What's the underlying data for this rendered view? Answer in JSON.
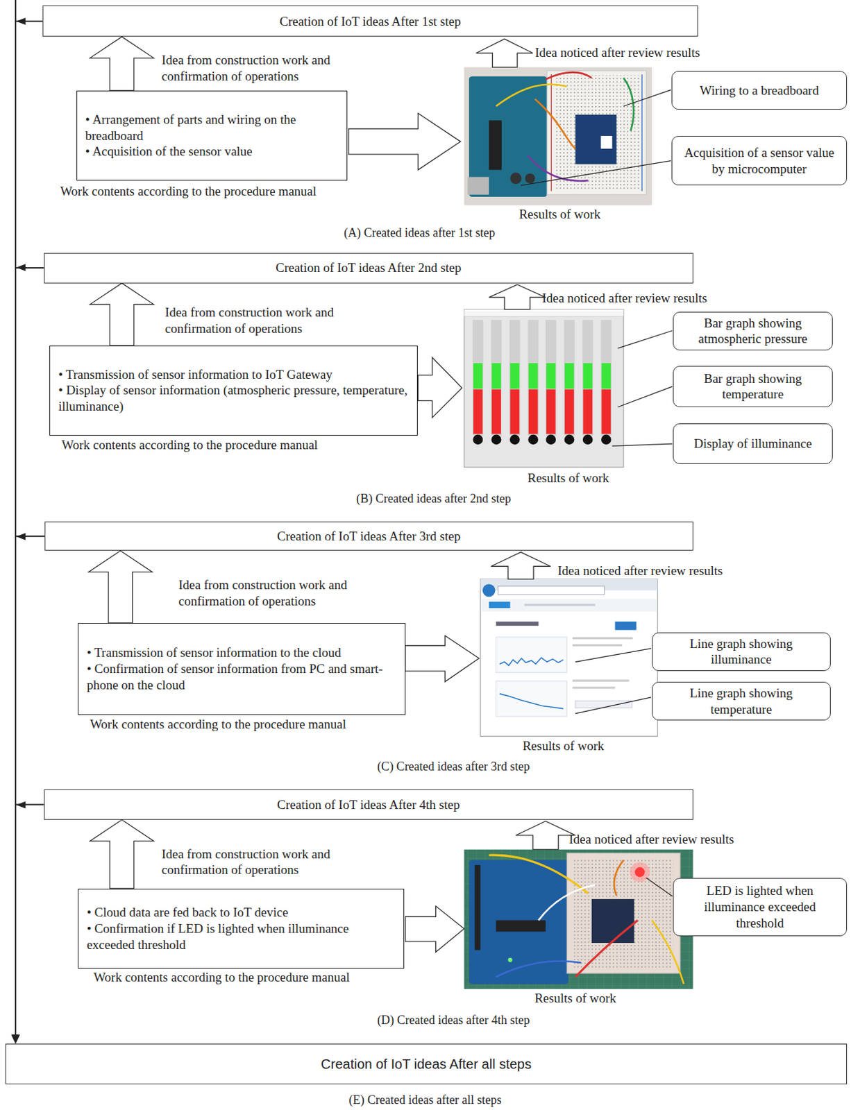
{
  "diagram": {
    "nodes": [
      {
        "text": [
          "Creation of IoT ideas After 1st step"
        ]
      },
      {
        "text": [
          "• Arrangement of parts and wiring on the breadboard",
          "• Acquisition of the sensor value"
        ]
      },
      {
        "text": [
          "Wiring to a breadboard"
        ]
      },
      {
        "text": [
          "Acquisition of a sensor value by microcomputer"
        ]
      },
      {
        "text": [
          "Creation of IoT ideas After 2nd step"
        ]
      },
      {
        "text": [
          "• Transmission of sensor information to IoT Gateway",
          "• Display of sensor information (atmospheric pressure, temperature, illuminance)"
        ]
      },
      {
        "text": [
          "Bar graph showing atmospheric pressure"
        ]
      },
      {
        "text": [
          "Bar graph showing temperature"
        ]
      },
      {
        "text": [
          "Display of illuminance"
        ]
      },
      {
        "text": [
          "Creation of IoT ideas After 3rd step"
        ]
      },
      {
        "text": [
          "• Transmission of sensor information to the cloud",
          "• Confirmation of sensor information from PC and smart-phone on the cloud"
        ]
      },
      {
        "text": [
          "Line graph showing illuminance"
        ]
      },
      {
        "text": [
          "Line graph showing temperature"
        ]
      },
      {
        "text": [
          "Creation of IoT ideas After 4th step"
        ]
      },
      {
        "text": [
          "• Cloud data are fed back to IoT device",
          "• Confirmation if LED is lighted when illuminance exceeded threshold"
        ]
      },
      {
        "text": [
          "LED is lighted when illuminance exceeded threshold"
        ]
      },
      {
        "text": [
          "Creation of IoT ideas After all steps"
        ]
      }
    ],
    "edges": [
      {
        "from": 1,
        "to": 0,
        "label": "Idea from construction work and confirmation of operations",
        "arrow": "to"
      },
      {
        "from": 5,
        "to": 4,
        "label": "Idea from construction work and confirmation of operations",
        "arrow": "to"
      },
      {
        "from": 10,
        "to": 9,
        "label": "Idea from construction work and confirmation of operations",
        "arrow": "to"
      },
      {
        "from": 14,
        "to": 13,
        "label": "Idea from construction work and confirmation of operations",
        "arrow": "to"
      },
      {
        "from": 0,
        "to": 16,
        "arrow": "to"
      },
      {
        "from": 4,
        "to": 16,
        "arrow": "to"
      },
      {
        "from": 9,
        "to": 16,
        "arrow": "to"
      },
      {
        "from": 13,
        "to": 16,
        "arrow": "to"
      }
    ],
    "labels": [
      "Idea noticed after review results",
      "Work contents according to the procedure manual",
      "Results of work",
      "(A) Created ideas after 1st step",
      "Idea noticed after review results",
      "Work contents according to the procedure manual",
      "Results of work",
      "(B) Created ideas after 2nd step",
      "Idea noticed after review results",
      "Work contents according to the procedure manual",
      "Results of work",
      "(C) Created ideas after 3rd step",
      "Idea noticed after review results",
      "Work contents according to the procedure manual",
      "Results of work",
      "(D) Created ideas after 4th step",
      "(E) Created ideas after all steps"
    ]
  }
}
